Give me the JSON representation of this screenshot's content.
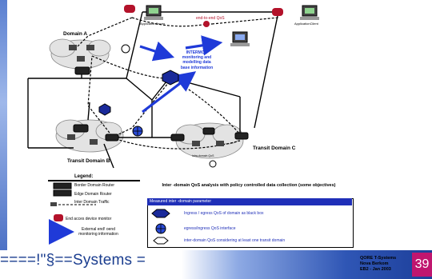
{
  "labels": {
    "domain_a": "Domain A",
    "transit_b": "Transit Domain B",
    "transit_c": "Transit Domain C",
    "app_server": "ApplicationServer",
    "app_client": "ApplicationClient",
    "e2e_qos": "end-to-end QoS",
    "intermon": "INTERMON monitoring and modelling data base information",
    "small_note": "intra-domain QoS"
  },
  "legend": {
    "title": "Legend:",
    "border_router": "Border Domain Router",
    "edge_router": "Edge Domain Router",
    "inter_traffic": "Inter Domain Traffic",
    "end_monitor": "End acces device monitor",
    "external_info": "External end! oend monitoring information"
  },
  "analysis": {
    "title": "Inter -domain QoS analysis with policy controlled data collection (some objectives)",
    "header": "Measured inter -domain parameter",
    "items": [
      "Ingress / egress QoS of domain as black box",
      "egress/ingress QoS interface",
      "inter-domain QoS considering at least one transit domain"
    ]
  },
  "footer": {
    "brand": "====!\"§==Systems =",
    "org": "QORE T-Systems",
    "place": "Nova Berkom",
    "date": "EB2 - Jan 2003",
    "page": "39"
  },
  "colors": {
    "accent_blue": "#1f3ad8",
    "router_red": "#b3122a",
    "footer_pink": "#c0166f"
  }
}
